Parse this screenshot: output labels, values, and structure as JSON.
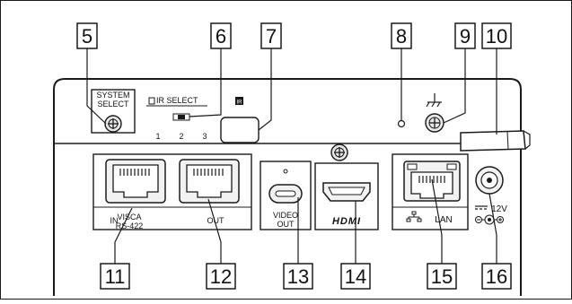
{
  "callouts": [
    "5",
    "6",
    "7",
    "8",
    "9",
    "10",
    "11",
    "12",
    "13",
    "14",
    "15",
    "16"
  ],
  "labels": {
    "system_select_1": "SYSTEM",
    "system_select_2": "SELECT",
    "ir_select": "IR SELECT",
    "ir_1": "1",
    "ir_2": "2",
    "ir_3": "3",
    "ir_receiver": "IR",
    "visca_1": "VISCA",
    "visca_2": "RS-422",
    "in": "IN",
    "out": "OUT",
    "video_out_1": "VIDEO",
    "video_out_2": "OUT",
    "hdmi": "HDMI",
    "lan": "LAN",
    "voltage": "12V"
  },
  "colors": {
    "line": "#1a1a1a",
    "panel_fill": "#ffffff",
    "port_fill": "#f2f2f2",
    "screw_fill": "#e6e6e6",
    "page_fill": "#ffffff"
  }
}
